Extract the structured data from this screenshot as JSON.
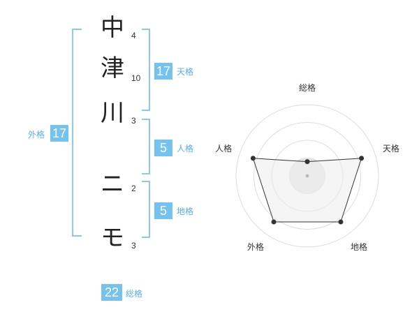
{
  "name_chars": [
    {
      "char": "中",
      "strokes": "4"
    },
    {
      "char": "津",
      "strokes": "10"
    },
    {
      "char": "川",
      "strokes": "3"
    },
    {
      "char": "ニ",
      "strokes": "2"
    },
    {
      "char": "モ",
      "strokes": "3"
    }
  ],
  "fortune": {
    "tenkaku": {
      "value": "17",
      "label": "天格"
    },
    "jinkaku": {
      "value": "5",
      "label": "人格"
    },
    "chikaku": {
      "value": "5",
      "label": "地格"
    },
    "gaikaku": {
      "value": "17",
      "label": "外格"
    },
    "soukaku": {
      "value": "22",
      "label": "総格"
    }
  },
  "chart_data": {
    "type": "radar",
    "axes": [
      "総格",
      "天格",
      "地格",
      "外格",
      "人格"
    ],
    "values": [
      1,
      4,
      4,
      4,
      4
    ],
    "max": 5,
    "rings": 4,
    "colors": {
      "line": "#333333",
      "fill": "#eeeeee",
      "grid": "#dddddd",
      "inner_fill": "#e6e6e6"
    }
  }
}
